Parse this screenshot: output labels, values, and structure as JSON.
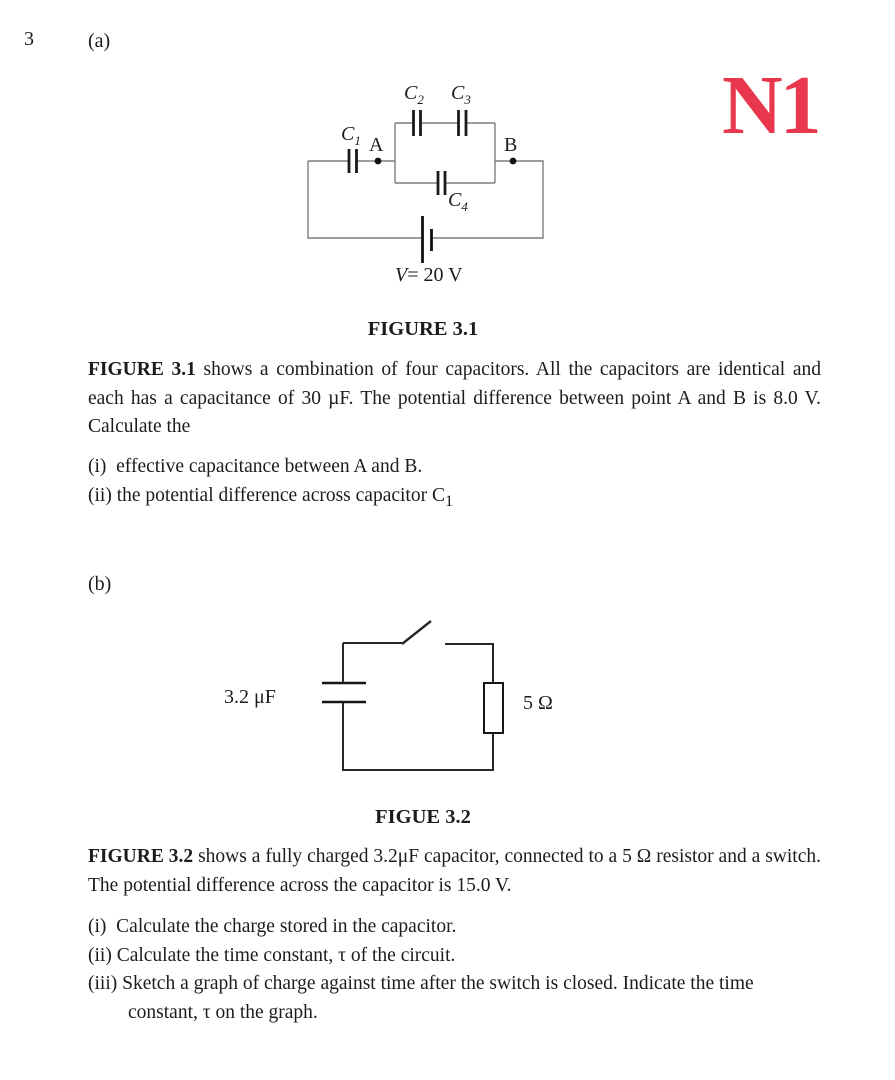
{
  "page": {
    "question_number": "3",
    "part_a": "(a)",
    "part_b": "(b)"
  },
  "watermark": {
    "text": "N1",
    "color": "#e9374d"
  },
  "figure1": {
    "caption": "FIGURE 3.1",
    "cap1": {
      "sym": "C",
      "sub": "1"
    },
    "cap2": {
      "sym": "C",
      "sub": "2"
    },
    "cap3": {
      "sym": "C",
      "sub": "3"
    },
    "cap4": {
      "sym": "C",
      "sub": "4"
    },
    "node_a": "A",
    "node_b": "B",
    "source": {
      "sym": "V",
      "rest": "= 20 V"
    }
  },
  "section_a": {
    "para": {
      "bold": "FIGURE 3.1",
      "rest": " shows a combination of four capacitors. All the capacitors are identical and each has a capacitance of 30 µF. The potential difference between point A and B is 8.0 V. Calculate the"
    },
    "item_i": "(i)  effective capacitance between A and B.",
    "item_ii": {
      "pre": "(ii) the potential difference across capacitor C",
      "sub": "1"
    }
  },
  "figure2": {
    "caption": "FIGUE 3.2",
    "capacitor_label": "3.2 μF",
    "resistor_label": "5 Ω"
  },
  "section_b": {
    "para": {
      "bold": "FIGURE 3.2",
      "rest": " shows a fully charged 3.2μF capacitor, connected to a 5 Ω resistor and a switch. The potential difference across the capacitor is 15.0 V."
    },
    "item_i": "(i)  Calculate the charge stored in the capacitor.",
    "item_ii": "(ii) Calculate the time constant, τ of the circuit.",
    "item_iii": "(iii) Sketch a graph of charge against time after the switch is closed. Indicate the time constant, τ on the graph."
  }
}
